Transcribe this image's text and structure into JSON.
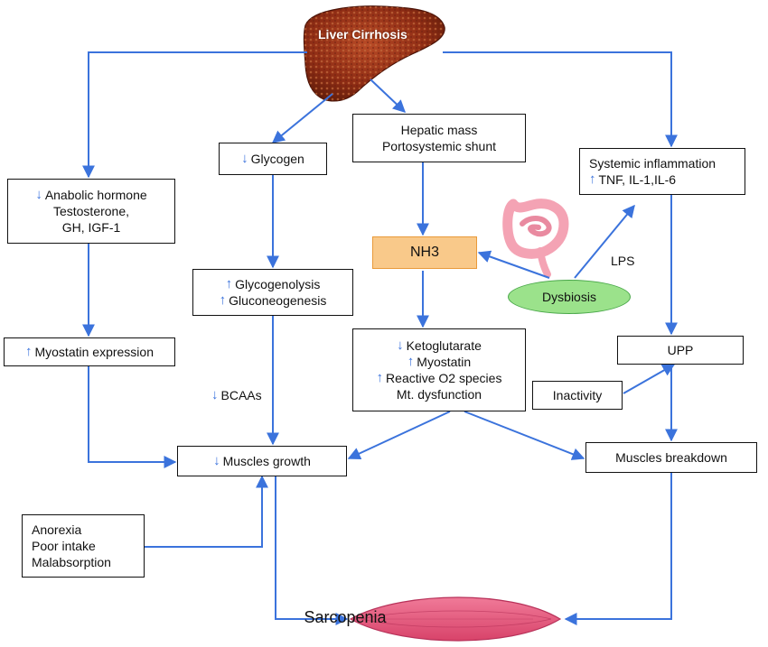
{
  "title": "Liver Cirrhosis",
  "glycogen": {
    "line1": "Glycogen"
  },
  "hepatic": {
    "line1": "Hepatic mass",
    "line2": "Portosystemic shunt"
  },
  "systemic": {
    "line1": "Systemic inflammation",
    "line2": "TNF, IL-1,IL-6"
  },
  "anabolic": {
    "line1": "Anabolic hormone",
    "line2": "Testosterone,",
    "line3": "GH, IGF-1"
  },
  "nh3": "NH3",
  "lps": "LPS",
  "dysbiosis": "Dysbiosis",
  "glyco_box": {
    "line1": "Glycogenolysis",
    "line2": "Gluconeogenesis"
  },
  "myostatin_expr": "Myostatin expression",
  "center_box": {
    "line1": "Ketoglutarate",
    "line2": "Myostatin",
    "line3": "Reactive O2 species",
    "line4": "Mt. dysfunction"
  },
  "upp": "UPP",
  "inactivity": "Inactivity",
  "bcaas": "BCAAs",
  "muscles_growth": "Muscles growth",
  "muscles_breakdown": "Muscles breakdown",
  "anorexia": {
    "line1": "Anorexia",
    "line2": "Poor intake",
    "line3": "Malabsorption"
  },
  "sarcopenia": "Sarcopenia",
  "colors": {
    "arrow": "#3b73dc",
    "nh3_fill": "#f9c98a",
    "dysbiosis_fill": "#9be28b",
    "muscle": "#e8577a",
    "liver": "#8e2c14",
    "intestine": "#f4a3b4"
  },
  "icons": {
    "increase": "up-arrow-icon",
    "decrease": "down-arrow-icon"
  }
}
